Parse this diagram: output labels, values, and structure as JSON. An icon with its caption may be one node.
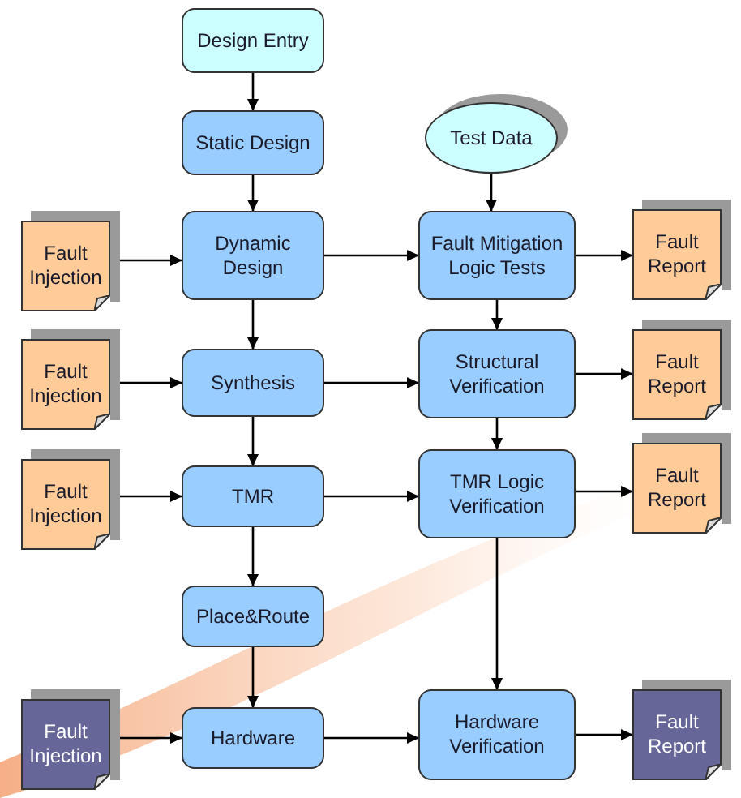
{
  "diagram": {
    "nodes": [
      {
        "text": [
          "Design Entry"
        ]
      },
      {
        "text": [
          "Static Design"
        ]
      },
      {
        "text": [
          "Test Data"
        ]
      },
      {
        "text": [
          "Fault Injection"
        ]
      },
      {
        "text": [
          "Dynamic Design"
        ]
      },
      {
        "text": [
          "Fault Mitigation Logic Tests"
        ]
      },
      {
        "text": [
          "Fault Report"
        ]
      },
      {
        "text": [
          "Fault Injection"
        ]
      },
      {
        "text": [
          "Synthesis"
        ]
      },
      {
        "text": [
          "Structural Verification"
        ]
      },
      {
        "text": [
          "Fault Report"
        ]
      },
      {
        "text": [
          "Fault Injection"
        ]
      },
      {
        "text": [
          "TMR"
        ]
      },
      {
        "text": [
          "TMR Logic Verification"
        ]
      },
      {
        "text": [
          "Fault Report"
        ]
      },
      {
        "text": [
          "Place&Route"
        ]
      },
      {
        "text": [
          "Fault Injection"
        ]
      },
      {
        "text": [
          "Hardware"
        ]
      },
      {
        "text": [
          "Hardware Verification"
        ]
      },
      {
        "text": [
          "Fault Report"
        ]
      }
    ],
    "edges": [
      {
        "from": 0,
        "to": 1,
        "arrow": "to"
      },
      {
        "from": 1,
        "to": 4,
        "arrow": "to"
      },
      {
        "from": 2,
        "to": 5,
        "arrow": "to"
      },
      {
        "from": 3,
        "to": 4,
        "arrow": "to"
      },
      {
        "from": 4,
        "to": 5,
        "arrow": "to"
      },
      {
        "from": 5,
        "to": 6,
        "arrow": "to"
      },
      {
        "from": 4,
        "to": 8,
        "arrow": "to"
      },
      {
        "from": 5,
        "to": 9,
        "arrow": "to"
      },
      {
        "from": 7,
        "to": 8,
        "arrow": "to"
      },
      {
        "from": 8,
        "to": 9,
        "arrow": "to"
      },
      {
        "from": 9,
        "to": 10,
        "arrow": "to"
      },
      {
        "from": 8,
        "to": 12,
        "arrow": "to"
      },
      {
        "from": 9,
        "to": 13,
        "arrow": "to"
      },
      {
        "from": 11,
        "to": 12,
        "arrow": "to"
      },
      {
        "from": 12,
        "to": 13,
        "arrow": "to"
      },
      {
        "from": 13,
        "to": 14,
        "arrow": "to"
      },
      {
        "from": 12,
        "to": 15,
        "arrow": "to"
      },
      {
        "from": 15,
        "to": 17,
        "arrow": "to"
      },
      {
        "from": 13,
        "to": 18,
        "arrow": "to"
      },
      {
        "from": 16,
        "to": 17,
        "arrow": "to"
      },
      {
        "from": 17,
        "to": 18,
        "arrow": "to"
      },
      {
        "from": 18,
        "to": 19,
        "arrow": "to"
      }
    ]
  }
}
